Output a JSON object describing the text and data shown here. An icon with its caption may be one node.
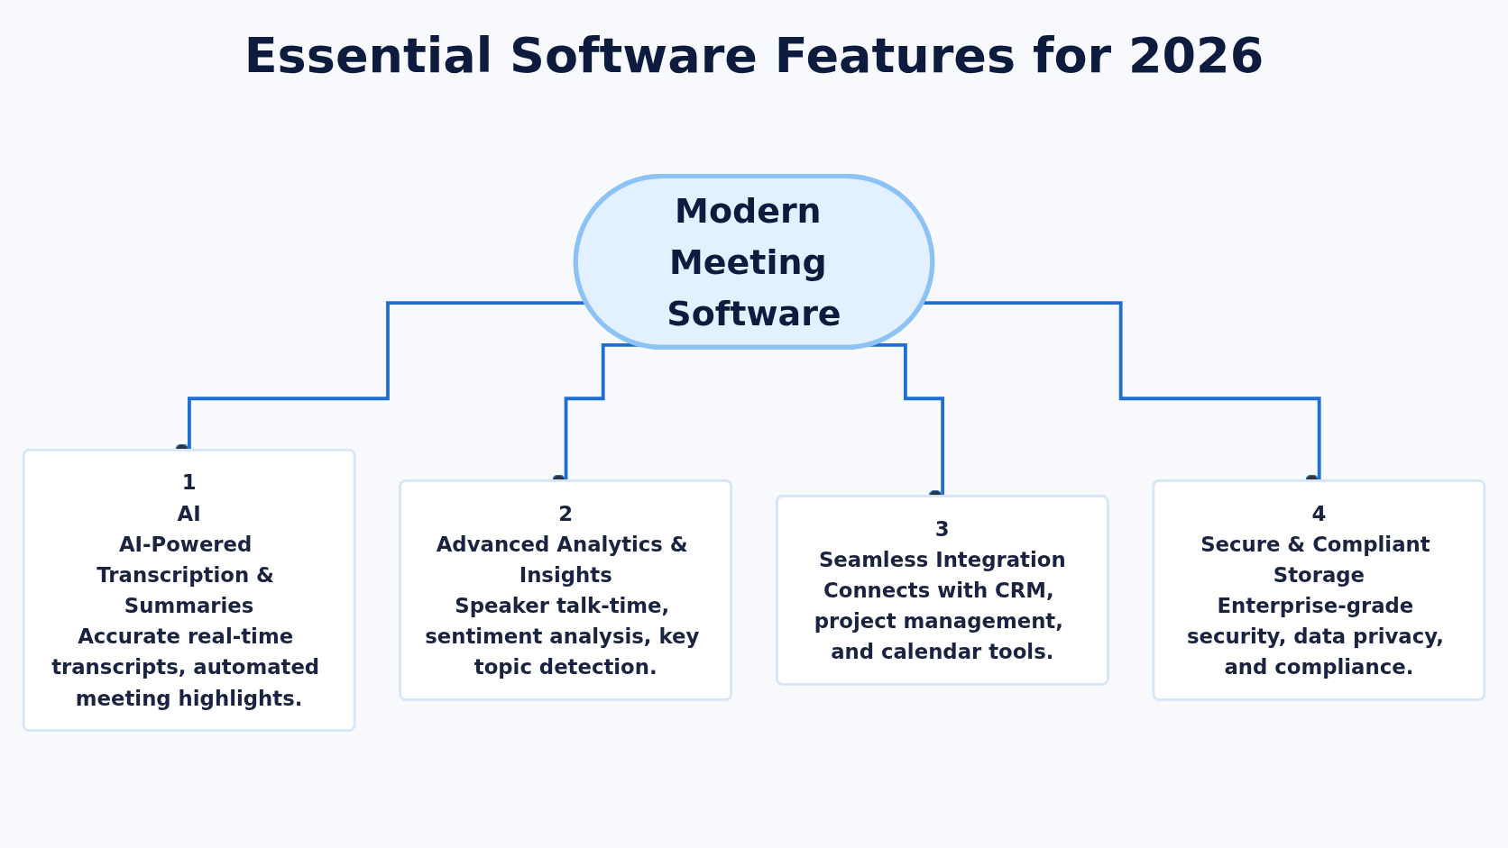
{
  "diagram": {
    "title": "Essential Software Features for 2026",
    "nodes": [
      {
        "text": [
          "Modern Meeting Software"
        ]
      },
      {
        "text": [
          "1",
          "AI",
          "AI-Powered Transcription & Summaries",
          "Accurate real-time transcripts, automated meeting highlights."
        ]
      },
      {
        "text": [
          "2",
          "Advanced Analytics & Insights",
          "Speaker talk-time, sentiment analysis, key topic detection."
        ]
      },
      {
        "text": [
          "3",
          "Seamless Integration",
          "Connects with CRM, project management, and calendar tools."
        ]
      },
      {
        "text": [
          "4",
          "Secure & Compliant Storage",
          "Enterprise-grade security, data privacy, and compliance."
        ]
      }
    ],
    "edges": [
      {
        "from": 0,
        "to": 1,
        "arrow": "other"
      },
      {
        "from": 0,
        "to": 2,
        "arrow": "other"
      },
      {
        "from": 0,
        "to": 3,
        "arrow": "other"
      },
      {
        "from": 0,
        "to": 4,
        "arrow": "other"
      }
    ]
  }
}
